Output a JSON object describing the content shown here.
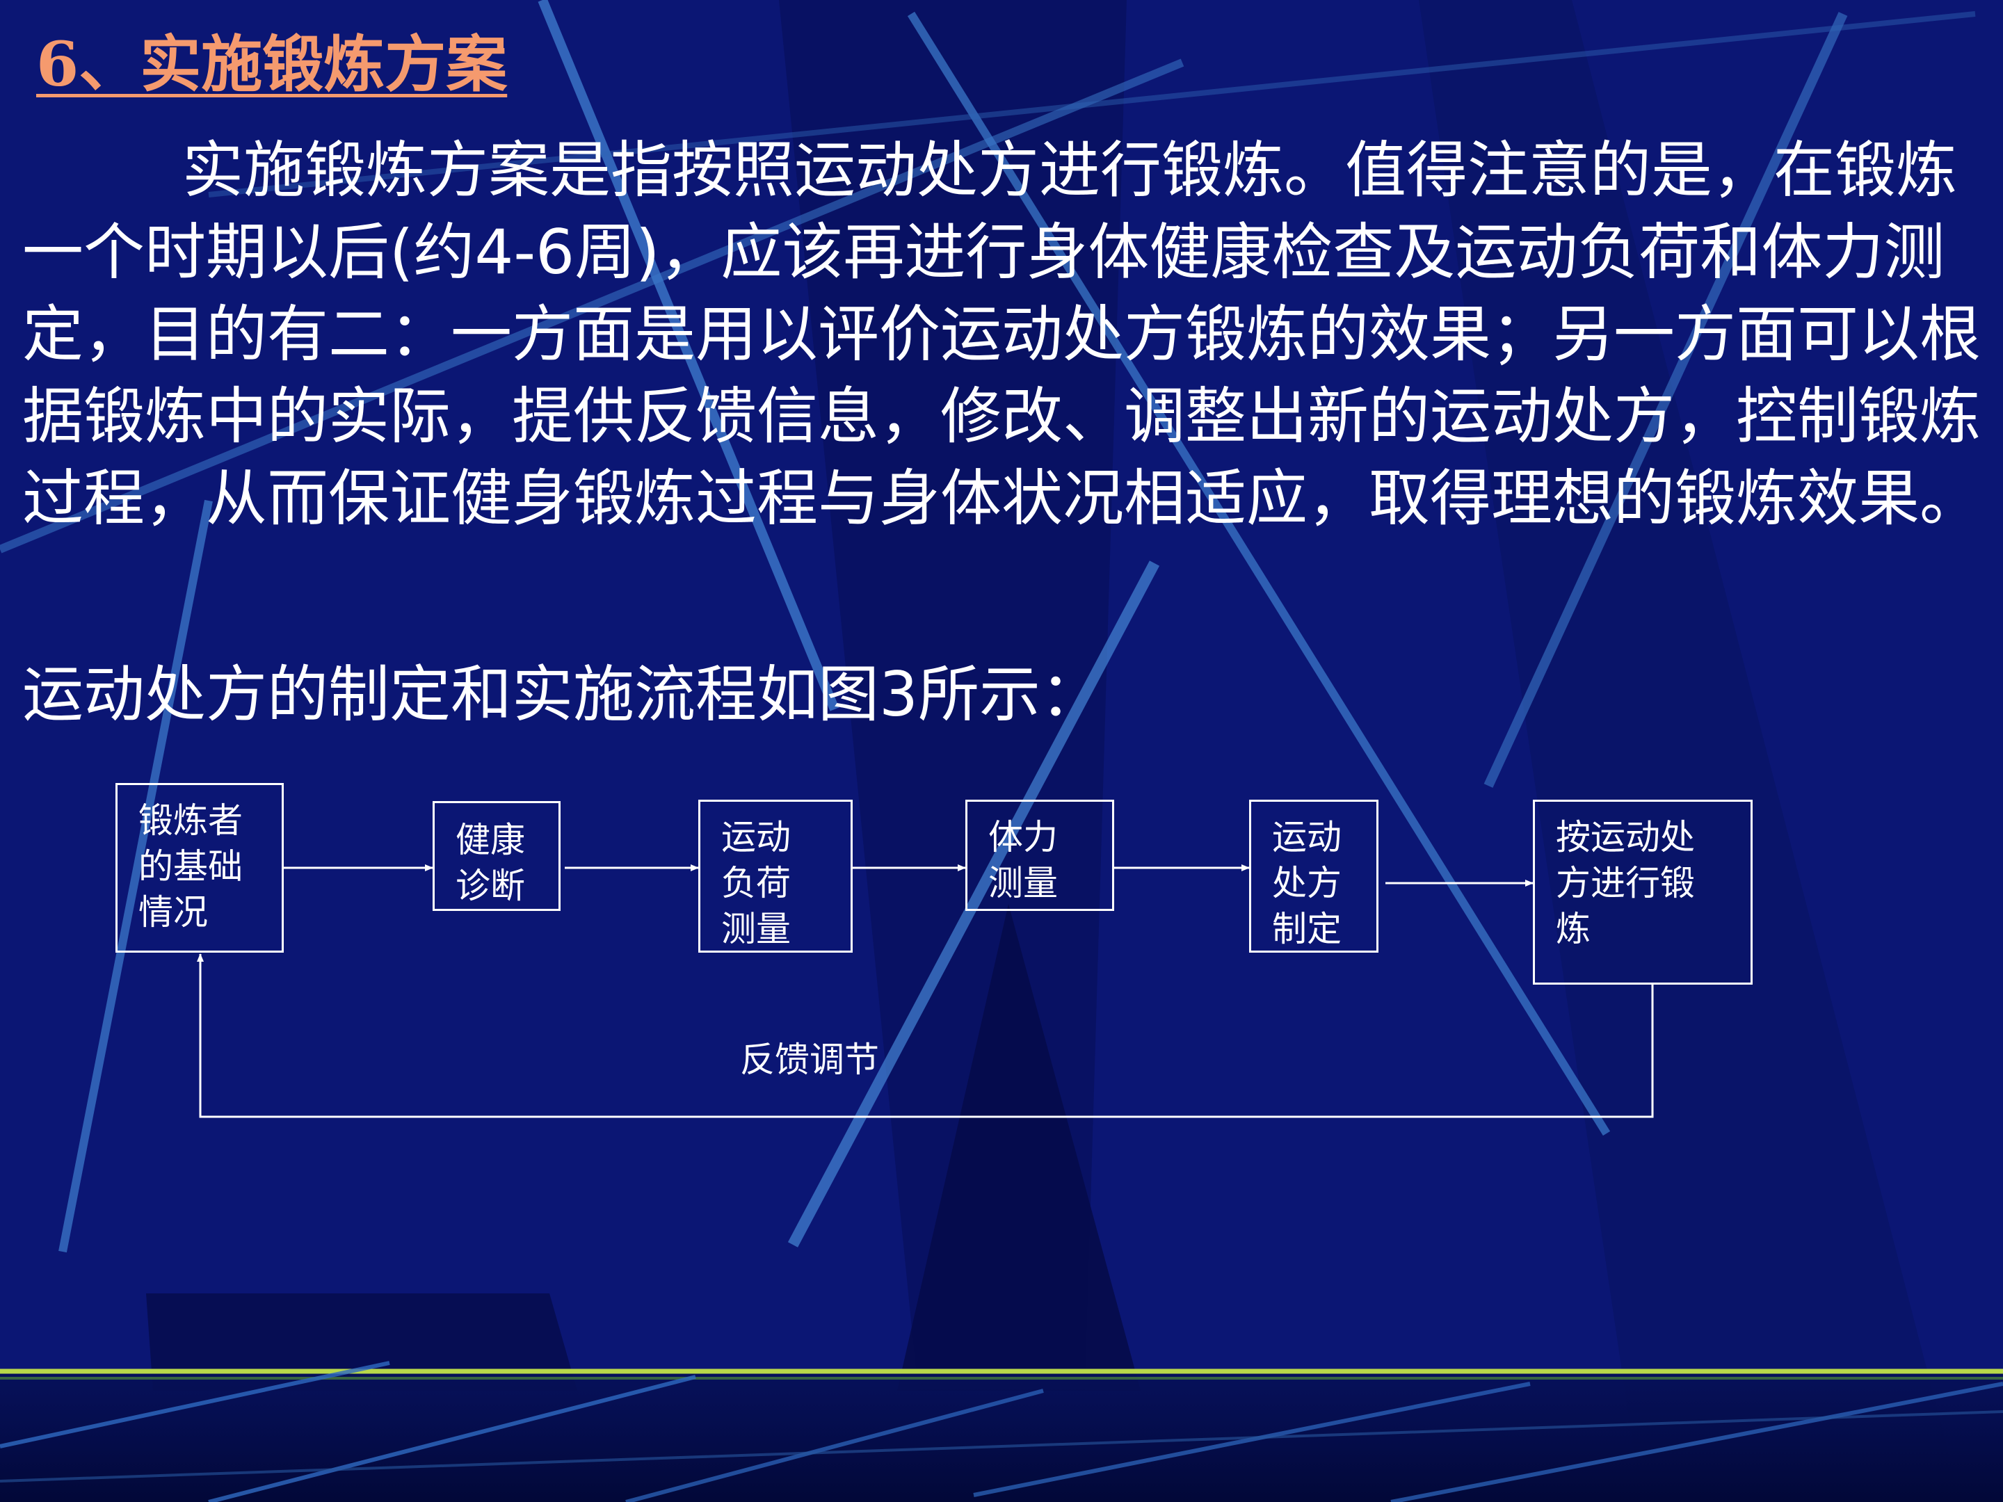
{
  "slide": {
    "title": "6、实施锻炼方案",
    "paragraph": "实施锻炼方案是指按照运动处方进行锻炼。值得注意的是，在锻炼一个时期以后(约4-6周)，应该再进行身体健康检查及运动负荷和体力测定，目的有二：一方面是用以评价运动处方锻炼的效果；另一方面可以根据锻炼中的实际，提供反馈信息，修改、调整出新的运动处方，控制锻炼过程，从而保证健身锻炼过程与身体状况相适应，取得理想的锻炼效果。",
    "intro": "运动处方的制定和实施流程如图3所示："
  },
  "flowchart": {
    "boxes": [
      {
        "lines": [
          "锻炼者",
          "的基础",
          "情况"
        ]
      },
      {
        "lines": [
          "健康",
          "诊断"
        ]
      },
      {
        "lines": [
          "运动",
          "负荷",
          "测量"
        ]
      },
      {
        "lines": [
          "体力",
          "测量"
        ]
      },
      {
        "lines": [
          "运动",
          "处方",
          "制定"
        ]
      },
      {
        "lines": [
          "按运动处",
          "方进行锻",
          "炼"
        ]
      }
    ],
    "feedback_label": "反馈调节"
  },
  "colors": {
    "background": "#0b1674",
    "title": "#f59a6e",
    "text": "#ffffff",
    "streak": "#3f7fd0",
    "footer_line": "#b8d84a"
  }
}
